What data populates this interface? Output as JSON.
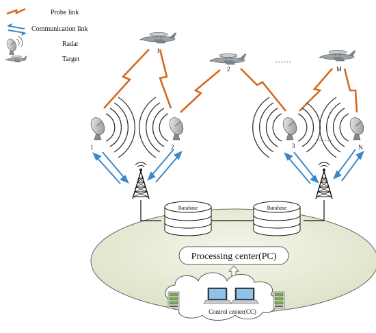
{
  "legend": {
    "probe_link": "Probe link",
    "communication_link": "Communication link",
    "radar": "Radar",
    "target": "Target"
  },
  "targets": [
    "1",
    "2",
    "……",
    "M"
  ],
  "radars": [
    "1",
    "2",
    "3",
    "……",
    "N"
  ],
  "databases": [
    "Batabase",
    "Batabase"
  ],
  "processing_center": "Processing center(PC)",
  "control_center": "Control center(CC)",
  "colors": {
    "probe_link": "#d2691e",
    "communication_link": "#3a88c8",
    "ellipse_fill": "#e8ecd8",
    "server": "#7fa85a"
  }
}
